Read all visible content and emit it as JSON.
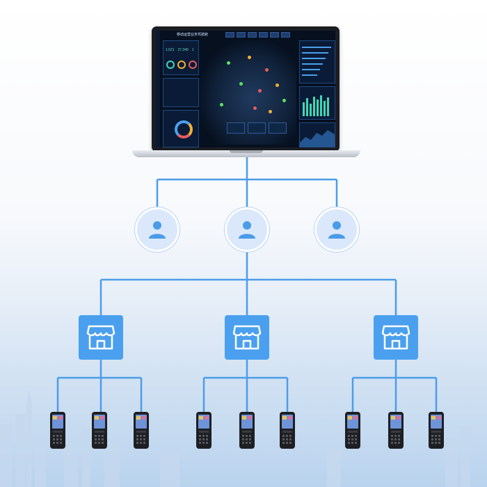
{
  "diagram": {
    "hierarchy": {
      "top": "dashboard-laptop",
      "users": 3,
      "stores": 3,
      "devices_per_store": 3
    },
    "colors": {
      "connector": "#4d9ce8",
      "store_fill": "#4aa0ee",
      "user_fill": "#dbe8fb",
      "user_icon": "#4a9be8",
      "screen_bg": "#06101f"
    }
  },
  "laptop": {
    "title": "移动运营业务驾驶舱",
    "stats": [
      "1,021",
      "27,349",
      "1"
    ]
  }
}
